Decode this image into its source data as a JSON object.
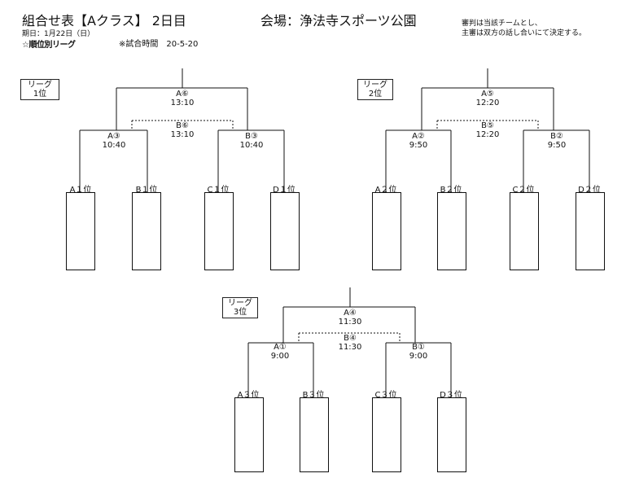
{
  "header": {
    "title": "組合せ表【Aクラス】 2日目",
    "date": "期日：1月22日（日）",
    "subtitle": "☆順位別リーグ",
    "time_note": "※試合時間　20-5-20",
    "venue": "会場：浄法寺スポーツ公園",
    "referee_note": "審判は当該チームとし、\n主審は双方の話し合いにて決定する。"
  },
  "brackets": [
    {
      "league": "リーグ\n1位",
      "final": "A⑥\n13:10",
      "third": "B⑥\n13:10",
      "semi_left": "A③\n10:40",
      "semi_right": "B③\n10:40",
      "teams": [
        "A１位",
        "B１位",
        "C１位",
        "D１位"
      ]
    },
    {
      "league": "リーグ\n2位",
      "final": "A⑤\n12:20",
      "third": "B⑤\n12:20",
      "semi_left": "A②\n9:50",
      "semi_right": "B②\n9:50",
      "teams": [
        "A２位",
        "B２位",
        "C２位",
        "D２位"
      ]
    },
    {
      "league": "リーグ\n3位",
      "final": "A④\n11:30",
      "third": "B④\n11:30",
      "semi_left": "A①\n9:00",
      "semi_right": "B①\n9:00",
      "teams": [
        "A３位",
        "B３位",
        "C３位",
        "D３位"
      ]
    }
  ]
}
